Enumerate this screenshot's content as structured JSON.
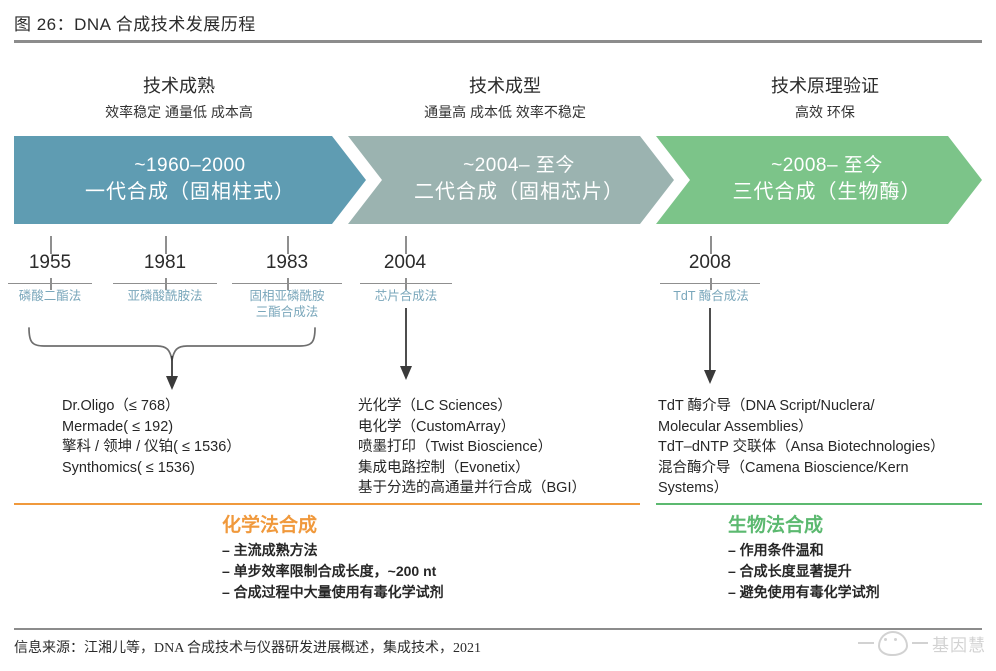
{
  "figure": {
    "title": "图 26：DNA 合成技术发展历程",
    "source": "信息来源：江湘儿等，DNA 合成技术与仪器研发进展概述，集成技术，2021",
    "watermark": "基因慧"
  },
  "colors": {
    "band_gen1": "#5f9cb2",
    "band_gen2": "#9bb3b0",
    "band_gen3": "#7cc489",
    "method_label": "#7aa7bb",
    "chemical_accent": "#f0993c",
    "biological_accent": "#5cb970",
    "rule": "#8c8c8c"
  },
  "stages": [
    {
      "id": "gen1",
      "title": "技术成熟",
      "subtitle": "效率稳定 通量低 成本高",
      "band_period": "~1960–2000",
      "band_name": "一代合成（固相柱式）"
    },
    {
      "id": "gen2",
      "title": "技术成型",
      "subtitle": "通量高 成本低 效率不稳定",
      "band_period": "~2004– 至今",
      "band_name": "二代合成（固相芯片）"
    },
    {
      "id": "gen3",
      "title": "技术原理验证",
      "subtitle": "高效 环保",
      "band_period": "~2008– 至今",
      "band_name": "三代合成（生物酶）"
    }
  ],
  "milestones": [
    {
      "year": "1955",
      "method": "磷酸二酯法"
    },
    {
      "year": "1981",
      "method": "亚磷酸酰胺法"
    },
    {
      "year": "1983",
      "method": "固相亚磷酰胺\n三酯合成法",
      "method_line1": "固相亚磷酰胺",
      "method_line2": "三酯合成法"
    },
    {
      "year": "2004",
      "method": "芯片合成法"
    },
    {
      "year": "2008",
      "method": "TdT 酶合成法"
    }
  ],
  "product_lists": {
    "gen1": [
      "Dr.Oligo（≤ 768）",
      "Mermade( ≤ 192)",
      "擎科 / 领坤 / 仪铂( ≤ 1536）",
      "Synthomics( ≤ 1536)"
    ],
    "gen2": [
      "光化学（LC Sciences）",
      "电化学（CustomArray）",
      "喷墨打印（Twist Bioscience）",
      "集成电路控制（Evonetix）",
      "基于分选的高通量并行合成（BGI）"
    ],
    "gen3": [
      "TdT 酶介导（DNA Script/Nuclera/",
      "Molecular Assemblies）",
      "TdT–dNTP 交联体（Ansa Biotechnologies）",
      "混合酶介导（Camena Bioscience/Kern",
      " Systems）"
    ]
  },
  "summaries": [
    {
      "id": "chemical",
      "title": "化学法合成",
      "items": [
        "– 主流成熟方法",
        "– 单步效率限制合成长度，~200 nt",
        "– 合成过程中大量使用有毒化学试剂"
      ]
    },
    {
      "id": "biological",
      "title": "生物法合成",
      "items": [
        "– 作用条件温和",
        "– 合成长度显著提升",
        "– 避免使用有毒化学试剂"
      ]
    }
  ]
}
